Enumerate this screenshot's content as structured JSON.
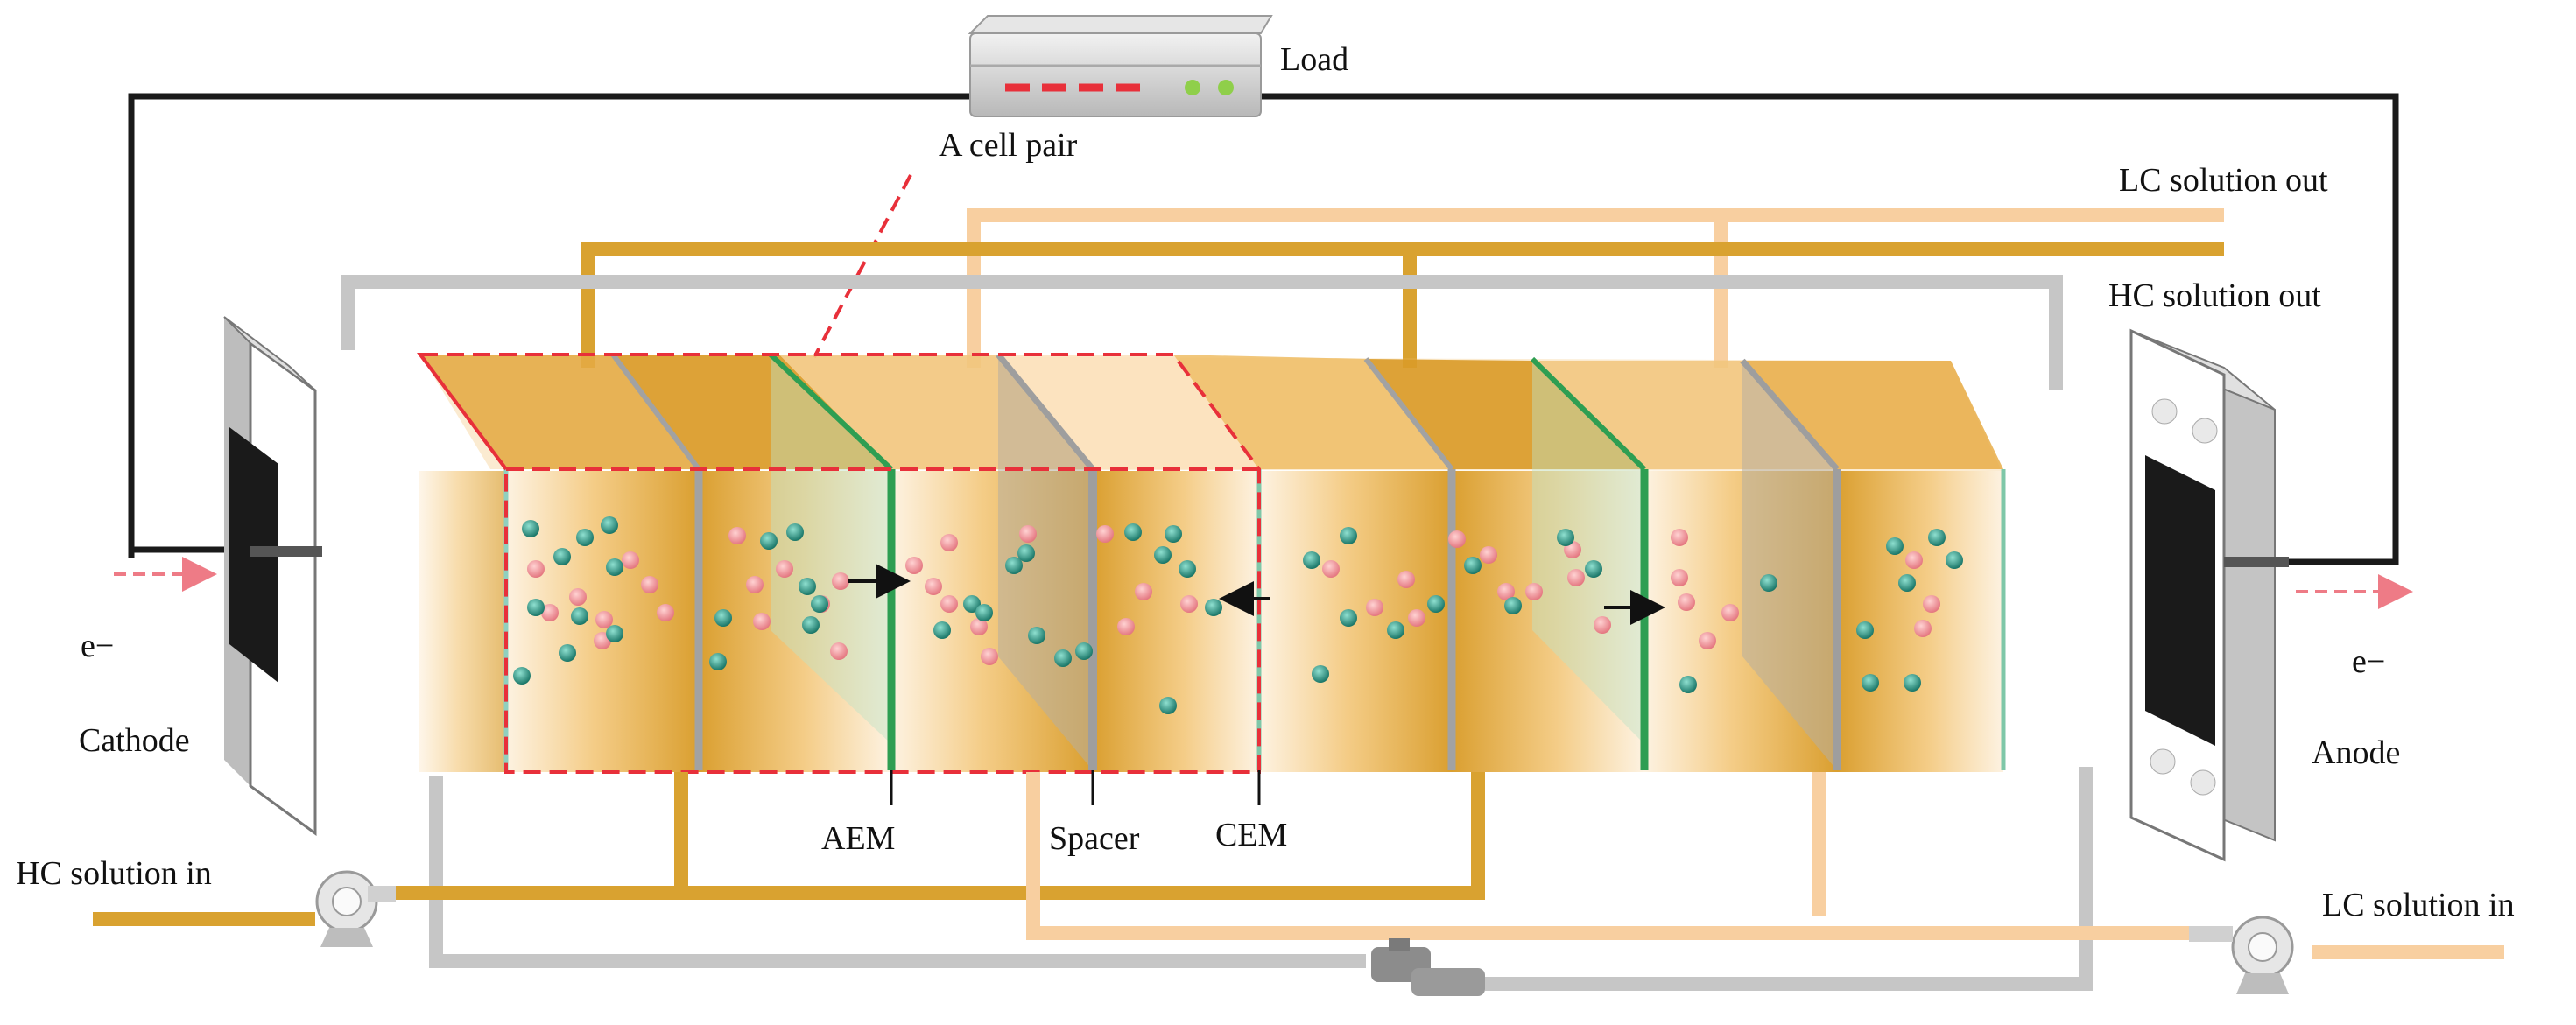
{
  "labels": {
    "load": "Load",
    "cell_pair": "A cell pair",
    "lc_out": "LC solution out",
    "hc_out": "HC solution out",
    "cathode": "Cathode",
    "anode": "Anode",
    "electron_left": "e−",
    "electron_right": "e−",
    "aem": "AEM",
    "spacer": "Spacer",
    "cem": "CEM",
    "hc_in": "HC solution in",
    "lc_in": "LC solution in"
  },
  "colors": {
    "wire": "#1a1a1a",
    "hc_pipe": "#d9a230",
    "lc_pipe": "#f8cfa0",
    "return_pipe": "#c6c6c6",
    "membrane_aem": "#2e9e52",
    "membrane_spacer": "#9e9e9e",
    "cation": "#ec8f8f",
    "anion": "#1f8c7c",
    "dashed_outline": "#e8303a",
    "compartment": "#e1a12e"
  },
  "icons": [
    "load-box-icon",
    "pump-icon",
    "valve-icon",
    "electrode-plate-icon"
  ]
}
